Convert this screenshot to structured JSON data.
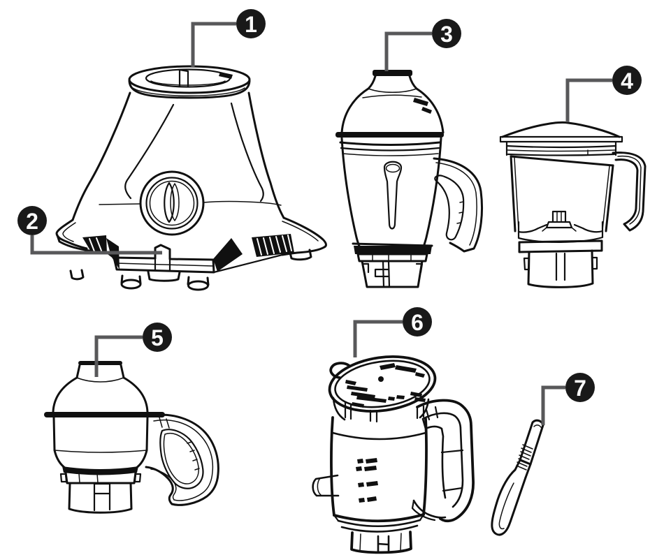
{
  "colors": {
    "paper": "#ffffff",
    "ink": "#101010",
    "leader": "#58585a",
    "badge": "#191919",
    "badge_text": "#fafafa"
  },
  "callouts": [
    {
      "number": "1"
    },
    {
      "number": "2"
    },
    {
      "number": "3"
    },
    {
      "number": "4"
    },
    {
      "number": "5"
    },
    {
      "number": "6"
    },
    {
      "number": "7"
    }
  ]
}
